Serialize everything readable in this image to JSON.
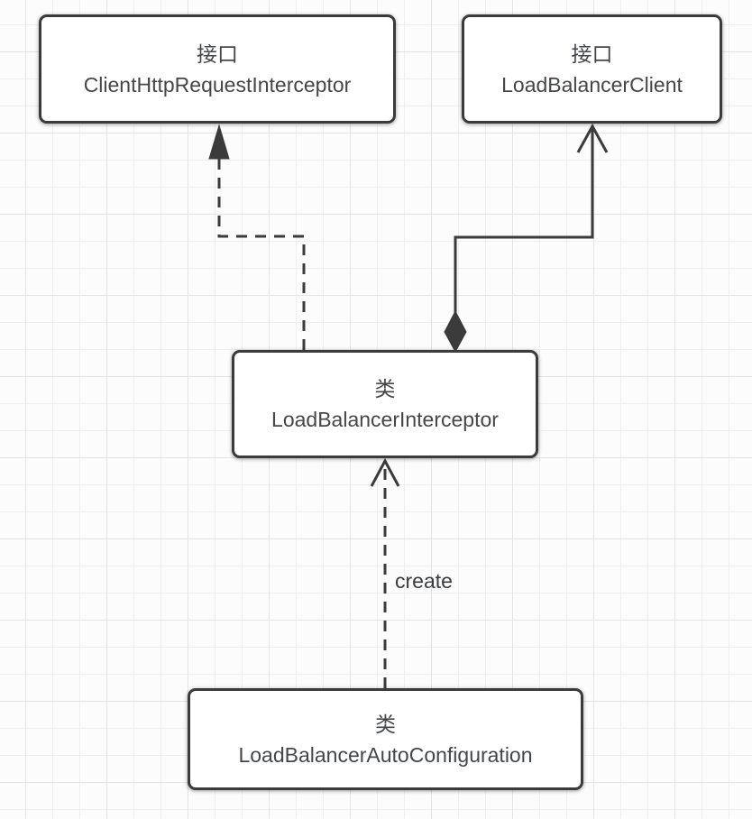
{
  "diagram": {
    "type": "uml-class-diagram",
    "nodes": [
      {
        "stereotype": "接口",
        "name": "ClientHttpRequestInterceptor"
      },
      {
        "stereotype": "接口",
        "name": "LoadBalancerClient"
      },
      {
        "stereotype": "类",
        "name": "LoadBalancerInterceptor"
      },
      {
        "stereotype": "类",
        "name": "LoadBalancerAutoConfiguration"
      }
    ],
    "edges": [
      {
        "from": "LoadBalancerInterceptor",
        "to": "ClientHttpRequestInterceptor",
        "line": "dashed",
        "start_marker": "none",
        "end_marker": "filled-triangle",
        "label": ""
      },
      {
        "from": "LoadBalancerInterceptor",
        "to": "LoadBalancerClient",
        "line": "solid",
        "start_marker": "filled-diamond",
        "end_marker": "open-arrow",
        "label": ""
      },
      {
        "from": "LoadBalancerAutoConfiguration",
        "to": "LoadBalancerInterceptor",
        "line": "dashed",
        "start_marker": "none",
        "end_marker": "open-arrow",
        "label": "create"
      }
    ],
    "colors": {
      "line": "#3b3b3b",
      "node_border": "#3b3b3b",
      "node_fill": "#ffffff",
      "text": "#44474a",
      "canvas": "#fcfcfc",
      "grid_minor": "#efefef",
      "grid_major": "#e4e4e4"
    }
  }
}
